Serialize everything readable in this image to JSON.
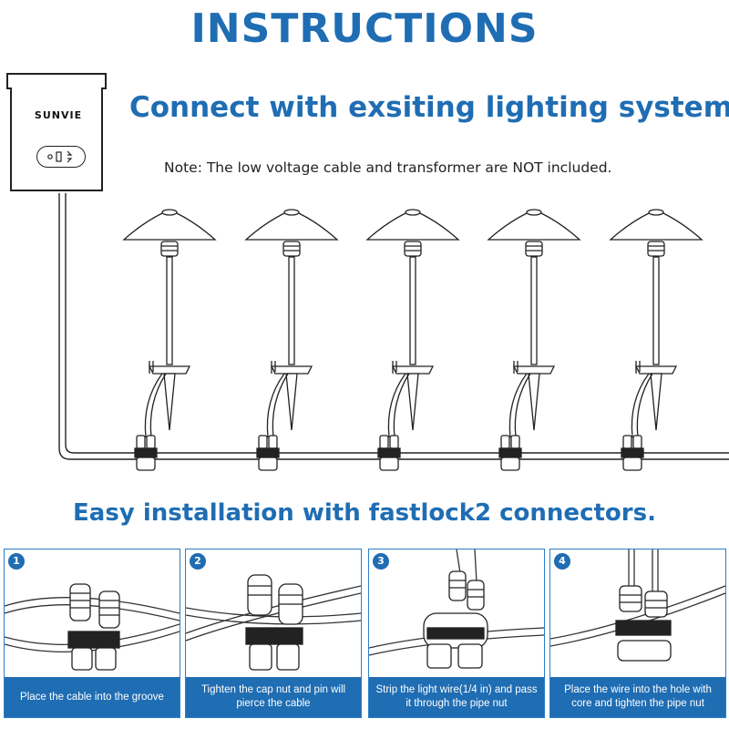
{
  "header": {
    "title": "INSTRUCTIONS",
    "subtitle": "Connect with exsiting lighting system.",
    "note": "Note: The low voltage cable and transformer are NOT included."
  },
  "transformer": {
    "brand": "SUNVIE"
  },
  "section": {
    "title": "Easy installation with fastlock2 connectors."
  },
  "steps": [
    {
      "number": "1",
      "caption": "Place the cable into the groove"
    },
    {
      "number": "2",
      "caption": "Tighten the cap nut and pin will pierce the cable"
    },
    {
      "number": "3",
      "caption": "Strip the light wire(1/4 in) and pass it through the pipe nut"
    },
    {
      "number": "4",
      "caption": "Place the wire into the hole with core and tighten the pipe nut"
    }
  ],
  "colors": {
    "accent": "#1f6db3",
    "border": "#2a7fc9",
    "line": "#222222"
  }
}
